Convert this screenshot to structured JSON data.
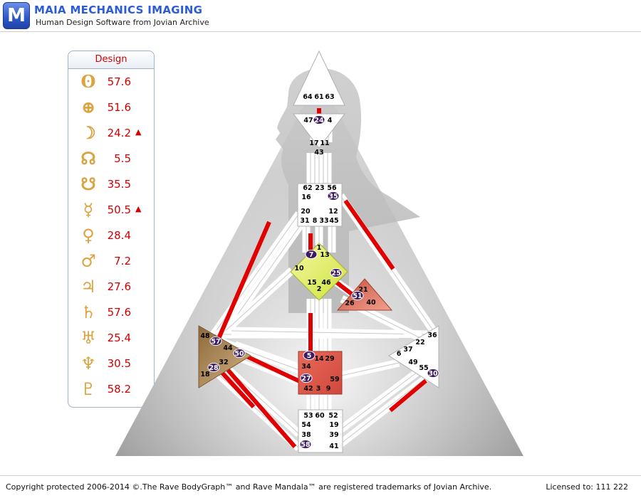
{
  "header": {
    "logo_letter": "M",
    "title": "MAIA MECHANICS IMAGING",
    "subtitle": "Human Design Software from Jovian Archive"
  },
  "panel": {
    "title": "Design",
    "planets": [
      {
        "icon": "sun-icon",
        "glyph": "ʘ",
        "value": "57.6",
        "arrow": ""
      },
      {
        "icon": "earth-icon",
        "glyph": "⊕",
        "value": "51.6",
        "arrow": ""
      },
      {
        "icon": "moon-icon",
        "glyph": "☽",
        "value": "24.2",
        "arrow": "▲"
      },
      {
        "icon": "north-node-icon",
        "glyph": "☊",
        "value": "5.5",
        "arrow": ""
      },
      {
        "icon": "south-node-icon",
        "glyph": "☋",
        "value": "35.5",
        "arrow": ""
      },
      {
        "icon": "mercury-icon",
        "glyph": "☿",
        "value": "50.5",
        "arrow": "▲"
      },
      {
        "icon": "venus-icon",
        "glyph": "♀",
        "value": "28.4",
        "arrow": ""
      },
      {
        "icon": "mars-icon",
        "glyph": "♂",
        "value": "7.2",
        "arrow": ""
      },
      {
        "icon": "jupiter-icon",
        "glyph": "♃",
        "value": "27.6",
        "arrow": ""
      },
      {
        "icon": "saturn-icon",
        "glyph": "♄",
        "value": "57.6",
        "arrow": ""
      },
      {
        "icon": "uranus-icon",
        "glyph": "♅",
        "value": "25.4",
        "arrow": ""
      },
      {
        "icon": "neptune-icon",
        "glyph": "♆",
        "value": "30.5",
        "arrow": ""
      },
      {
        "icon": "pluto-icon",
        "glyph": "♇",
        "value": "58.2",
        "arrow": ""
      }
    ]
  },
  "bodygraph": {
    "gates": {
      "g64": "64",
      "g61": "61",
      "g63": "63",
      "g47": "47",
      "g24": "24",
      "g4": "4",
      "g17": "17",
      "g11": "11",
      "g43": "43",
      "g62": "62",
      "g23": "23",
      "g56": "56",
      "g16": "16",
      "g35": "35",
      "g20": "20",
      "g12": "12",
      "g31": "31",
      "g8": "8",
      "g33": "33",
      "g45": "45",
      "g1": "1",
      "g7": "7",
      "g13": "13",
      "g10": "10",
      "g25": "25",
      "g15": "15",
      "g46": "46",
      "g2": "2",
      "g21": "21",
      "g51": "51",
      "g26": "26",
      "g40": "40",
      "g48": "48",
      "g57": "57",
      "g44": "44",
      "g50": "50",
      "g32": "32",
      "g28": "28",
      "g18": "18",
      "g5": "5",
      "g14": "14",
      "g29": "29",
      "g34": "34",
      "g27": "27",
      "g59": "59",
      "g42": "42",
      "g3": "3",
      "g9": "9",
      "g36": "36",
      "g22": "22",
      "g37": "37",
      "g6": "6",
      "g49": "49",
      "g55": "55",
      "g30": "30",
      "g53": "53",
      "g60": "60",
      "g52": "52",
      "g54": "54",
      "g19": "19",
      "g38": "38",
      "g39": "39",
      "g58": "58",
      "g41": "41"
    },
    "colors": {
      "design_red": "#e00000",
      "activated_marker": "#3d1a63",
      "g_center": "#e6f05a",
      "heart_center": "#e0786a",
      "spleen_center": "#b08a55",
      "sacral_center": "#e0685a"
    }
  },
  "footer": {
    "copyright": "Copyright protected 2006-2014 ©.The Rave BodyGraph™ and Rave Mandala™ are registered trademarks of Jovian Archive.",
    "license": "Licensed to: 111 222"
  }
}
